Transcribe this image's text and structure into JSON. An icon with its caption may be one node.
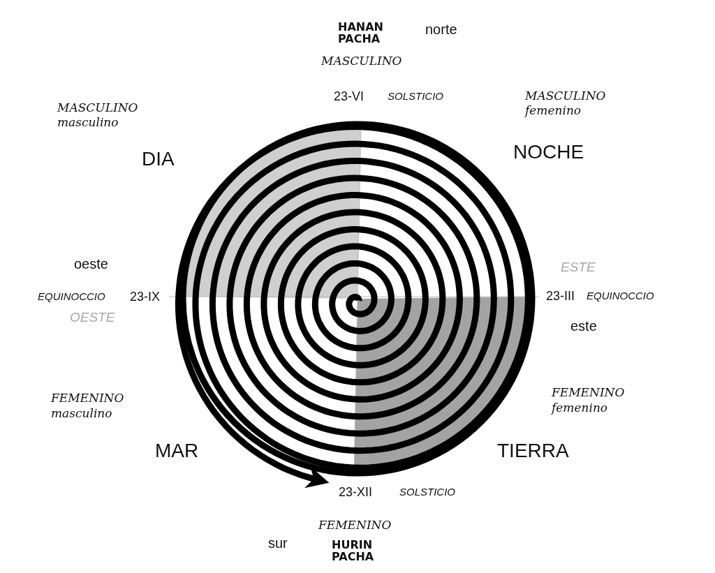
{
  "diagram": {
    "labels": [
      "HANAN PACHA",
      "norte",
      "MASCULINO",
      "23-VI",
      "SOLSTICIO",
      "MASCULINO",
      "masculino",
      "MASCULINO",
      "femenino",
      "DIA",
      "NOCHE",
      "oeste",
      "ESTE",
      "EQUINOCCIO",
      "23-IX",
      "23-III",
      "EQUINOCCIO",
      "OESTE",
      "este",
      "FEMENINO",
      "masculino",
      "FEMENINO",
      "femenino",
      "MAR",
      "TIERRA",
      "23-XII",
      "SOLSTICIO",
      "FEMENINO",
      "sur",
      "HURIN PACHA"
    ]
  }
}
